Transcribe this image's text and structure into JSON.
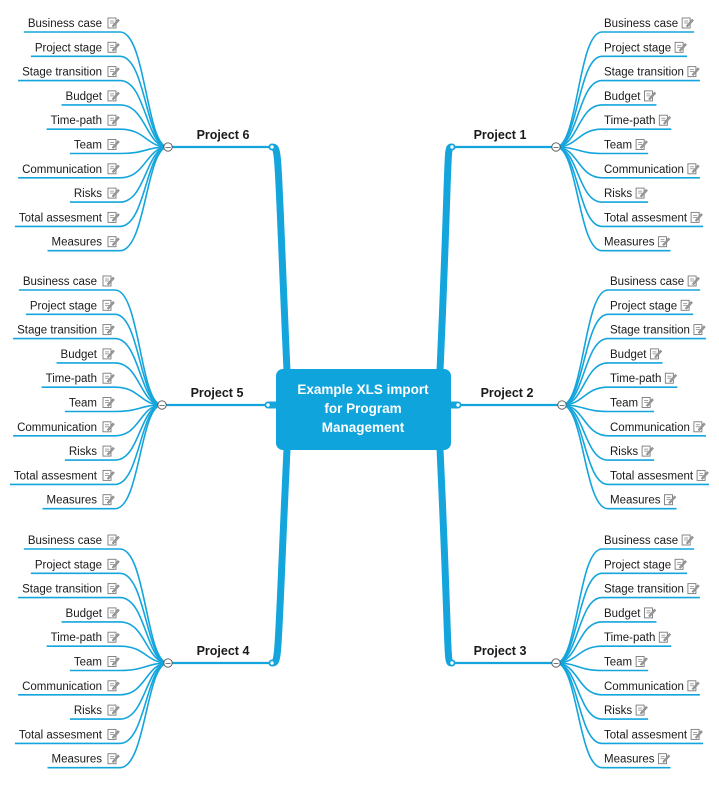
{
  "colors": {
    "branch": "#14a5dc",
    "central_fill": "#0fa4dc",
    "text": "#1a1a1a",
    "note_icon": "#7a7a7a"
  },
  "central_topic": {
    "lines": [
      "Example XLS import",
      "for Program",
      "Management"
    ]
  },
  "projects": [
    {
      "label": "Project 1",
      "side": "right",
      "collapse_symbol": "−"
    },
    {
      "label": "Project 2",
      "side": "right",
      "collapse_symbol": "−"
    },
    {
      "label": "Project 3",
      "side": "right",
      "collapse_symbol": "−"
    },
    {
      "label": "Project 4",
      "side": "left",
      "collapse_symbol": "−"
    },
    {
      "label": "Project 5",
      "side": "left",
      "collapse_symbol": "−"
    },
    {
      "label": "Project 6",
      "side": "left",
      "collapse_symbol": "−"
    }
  ],
  "subtopics": [
    "Business case",
    "Project stage",
    "Stage transition",
    "Budget",
    "Time-path",
    "Team",
    "Communication",
    "Risks",
    "Total assesment",
    "Measures"
  ],
  "subtopic_icon": "note-icon"
}
